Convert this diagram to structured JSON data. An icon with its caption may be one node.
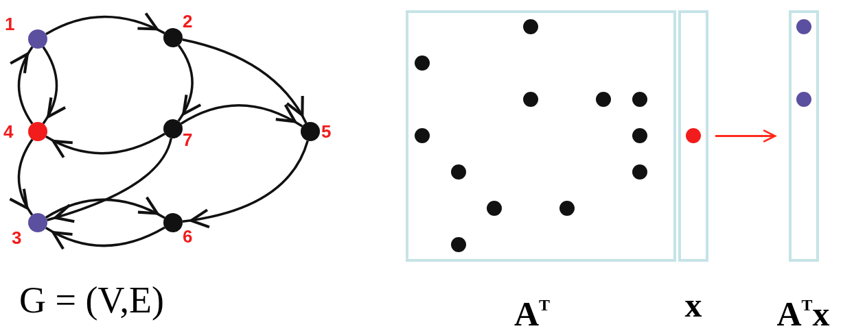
{
  "diagram": {
    "nodes": [
      {
        "text": [
          "1"
        ]
      },
      {
        "text": [
          "2"
        ]
      },
      {
        "text": [
          "3"
        ]
      },
      {
        "text": [
          "4"
        ]
      },
      {
        "text": [
          "5"
        ]
      },
      {
        "text": [
          "6"
        ]
      },
      {
        "text": [
          "7"
        ]
      },
      {
        "text": [
          "A$^{T}$"
        ]
      },
      {
        "text": [
          "x"
        ]
      },
      {
        "text": [
          "A$^{T}$x"
        ]
      }
    ],
    "edges": [
      {
        "from": 0,
        "to": 1,
        "arrow": "to"
      },
      {
        "from": 3,
        "to": 0,
        "arrow": "to"
      },
      {
        "from": 0,
        "to": 3,
        "arrow": "to"
      },
      {
        "from": 1,
        "to": 4,
        "arrow": "to"
      },
      {
        "from": 1,
        "to": 6,
        "arrow": "to"
      },
      {
        "from": 6,
        "to": 4,
        "arrow": "to"
      },
      {
        "from": 6,
        "to": 3,
        "arrow": "to"
      },
      {
        "from": 6,
        "to": 2,
        "arrow": "to"
      },
      {
        "from": 3,
        "to": 2,
        "arrow": "to"
      },
      {
        "from": 2,
        "to": 5,
        "arrow": "to"
      },
      {
        "from": 5,
        "to": 2,
        "arrow": "to"
      },
      {
        "from": 4,
        "to": 5,
        "arrow": "to"
      },
      {
        "from": 8,
        "to": 9,
        "arrow": "to",
        "color": "#ff2a1a"
      }
    ],
    "labels": [
      "G = (V,E)"
    ]
  }
}
